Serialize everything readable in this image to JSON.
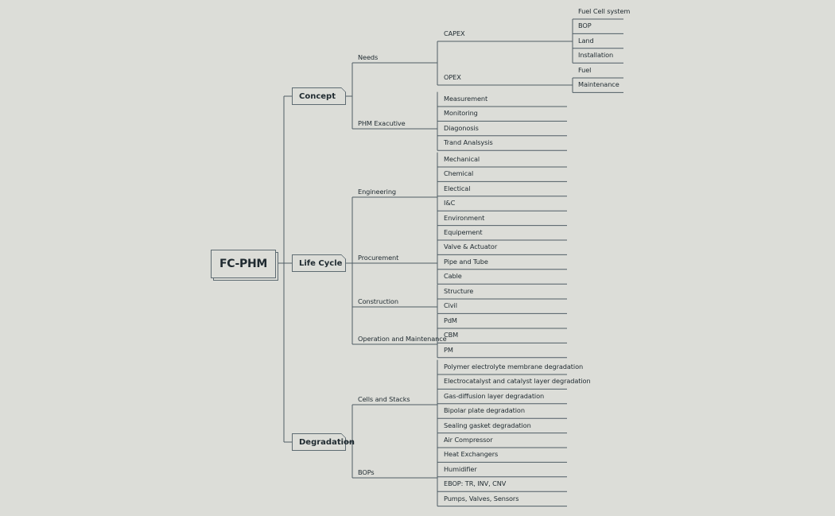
{
  "root": "FC-PHM",
  "branches": [
    {
      "label": "Concept",
      "groups": [
        {
          "label": "Needs",
          "items": [
            {
              "label": "CAPEX",
              "children": [
                "Fuel Cell system",
                "BOP",
                "Land",
                "Installation"
              ]
            },
            {
              "label": "OPEX",
              "children": [
                "Fuel",
                "Maintenance"
              ]
            }
          ]
        },
        {
          "label": "PHM Exacutive",
          "items": [
            {
              "label": "Measurement"
            },
            {
              "label": "Monitoring"
            },
            {
              "label": "Diagonosis"
            },
            {
              "label": "Trand Analsysis"
            }
          ]
        }
      ]
    },
    {
      "label": "Life Cycle",
      "groups": [
        {
          "label": "Engineering",
          "items": [
            {
              "label": "Mechanical"
            },
            {
              "label": "Chemical"
            },
            {
              "label": "Electical"
            },
            {
              "label": "I&C"
            },
            {
              "label": "Environment"
            }
          ]
        },
        {
          "label": "Procurement",
          "items": [
            {
              "label": "Equipement"
            },
            {
              "label": "Valve & Actuator"
            },
            {
              "label": "Pipe and Tube"
            },
            {
              "label": "Cable"
            }
          ]
        },
        {
          "label": "Construction",
          "items": [
            {
              "label": "Structure"
            },
            {
              "label": "Civil"
            }
          ]
        },
        {
          "label": "Operation and Maintenance",
          "items": [
            {
              "label": "PdM"
            },
            {
              "label": "CBM"
            },
            {
              "label": "PM"
            }
          ]
        }
      ]
    },
    {
      "label": "Degradation",
      "groups": [
        {
          "label": "Cells and Stacks",
          "items": [
            {
              "label": "Polymer electrolyte membrane degradation"
            },
            {
              "label": "Electrocatalyst and catalyst layer degradation"
            },
            {
              "label": "Gas-diffusion layer degradation"
            },
            {
              "label": "Bipolar plate degradation"
            },
            {
              "label": "Sealing gasket degradation"
            }
          ]
        },
        {
          "label": "BOPs",
          "items": [
            {
              "label": "Air Compressor"
            },
            {
              "label": "Heat Exchangers"
            },
            {
              "label": "Humidifier"
            },
            {
              "label": "EBOP: TR, INV, CNV"
            },
            {
              "label": "Pumps, Valves, Sensors"
            }
          ]
        }
      ]
    }
  ],
  "colors": {
    "background": "#dcddd8",
    "line": "#4f5d65",
    "text": "#1f2a30"
  }
}
